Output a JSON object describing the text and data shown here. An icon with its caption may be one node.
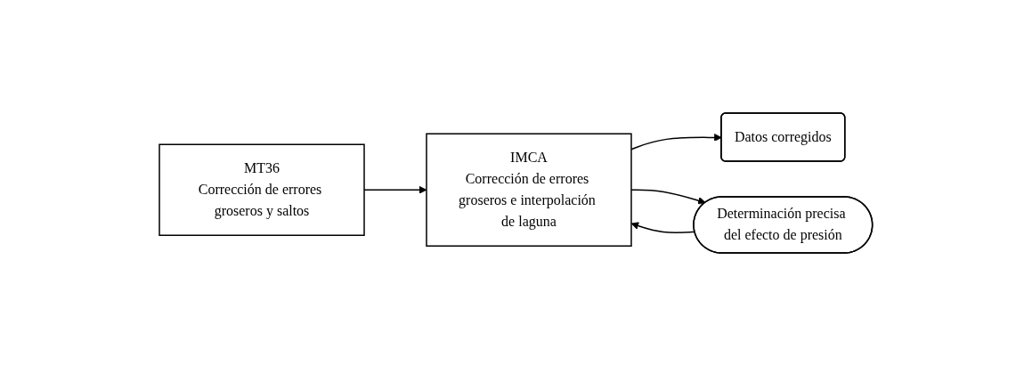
{
  "diagram": {
    "nodes": [
      {
        "text": [
          "MT36",
          "Corrección de errores groseros y saltos"
        ]
      },
      {
        "text": [
          "IMCA",
          "Corrección de errores groseros e interpolación de laguna"
        ]
      },
      {
        "text": [
          "Datos corregidos"
        ]
      },
      {
        "text": [
          "Determinación precisa del efecto de presión"
        ]
      }
    ],
    "edges": [
      {
        "from": 0,
        "to": 1,
        "arrow": "to"
      },
      {
        "from": 1,
        "to": 2,
        "arrow": "to"
      },
      {
        "from": 1,
        "to": 3,
        "arrow": "to"
      },
      {
        "from": 3,
        "to": 1,
        "arrow": "to"
      }
    ]
  }
}
